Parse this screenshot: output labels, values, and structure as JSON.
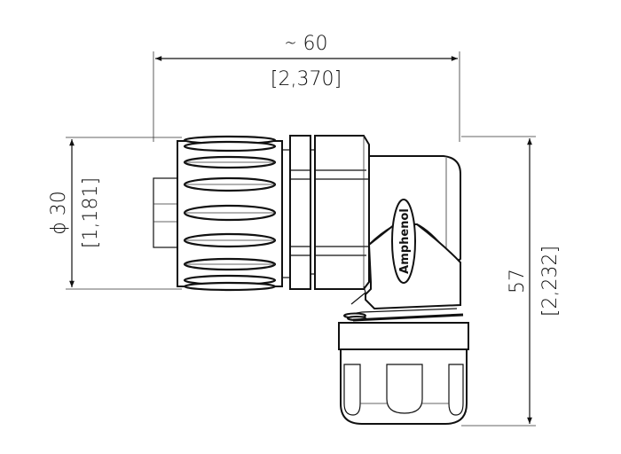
{
  "drawing": {
    "subject": "Right-angle circular connector",
    "brand_logo": "Amphenol",
    "units_primary": "mm",
    "units_secondary": "in"
  },
  "dimensions": {
    "width": {
      "symbol": "~",
      "value_mm": "60",
      "label": "∼ 60",
      "value_in": "[2,370]"
    },
    "diameter": {
      "symbol": "ϕ",
      "value_mm": "30",
      "label": "ϕ 30",
      "value_in": "[1,181]"
    },
    "height": {
      "value_mm": "57",
      "label": "57",
      "value_in": "[2,232]"
    }
  },
  "colors": {
    "line": "#111111",
    "background": "#ffffff"
  }
}
